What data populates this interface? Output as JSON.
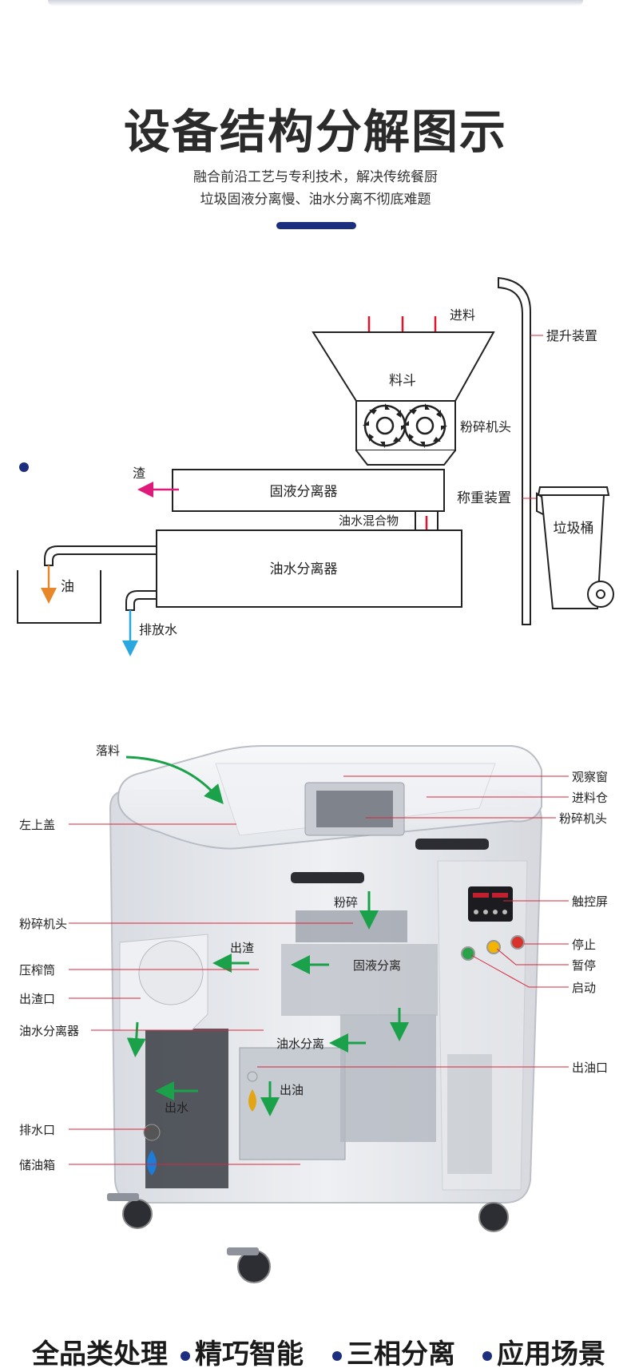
{
  "header": {
    "title": "设备结构分解图示",
    "subtitle_line1": "融合前沿工艺与专利技术，解决传统餐厨",
    "subtitle_line2": "垃圾固液分离慢、油水分离不彻底难题",
    "accent_color": "#1c2e7e"
  },
  "flow_diagram": {
    "feed_label": "进料",
    "hopper_label": "料斗",
    "crusher_label": "粉碎机头",
    "lift_label": "提升装置",
    "weigh_label": "称重装置",
    "bin_label": "垃圾桶",
    "solid_liquid_label": "固液分离器",
    "residue_label": "渣",
    "mixture_label": "油水混合物",
    "oil_water_label": "油水分离器",
    "oil_label": "油",
    "drain_label": "排放水",
    "colors": {
      "feed_arrow": "#e0142a",
      "residue_arrow": "#e01a7a",
      "oil_arrow": "#e8862a",
      "water_arrow": "#2aa7df"
    }
  },
  "machine_diagram": {
    "callouts_left": {
      "drop": "落料",
      "left_lid": "左上盖",
      "crusher": "粉碎机头",
      "press_tube": "压榨筒",
      "residue_outlet": "出渣口",
      "oil_water_separator": "油水分离器",
      "drain_port": "排水口",
      "oil_tank": "储油箱"
    },
    "callouts_right": {
      "window": "观察窗",
      "feed_bin": "进料仓",
      "crusher": "粉碎机头",
      "touch_screen": "触控屏",
      "stop": "停止",
      "pause": "暂停",
      "start": "启动",
      "oil_outlet": "出油口"
    },
    "inner_labels": {
      "crush": "粉碎",
      "residue_out": "出渣",
      "solid_liquid": "固液分离",
      "oil_water": "油水分离",
      "oil_out": "出油",
      "water_out": "出水"
    },
    "colors": {
      "callout_line": "#d8263a",
      "flow_arrow": "#1aa14a",
      "stop_button": "#d9312b",
      "pause_button": "#f2b400",
      "start_button": "#2aa24a"
    }
  },
  "footer": {
    "items": [
      "全品类处理",
      "精巧智能",
      "三相分离",
      "应用场景"
    ]
  }
}
